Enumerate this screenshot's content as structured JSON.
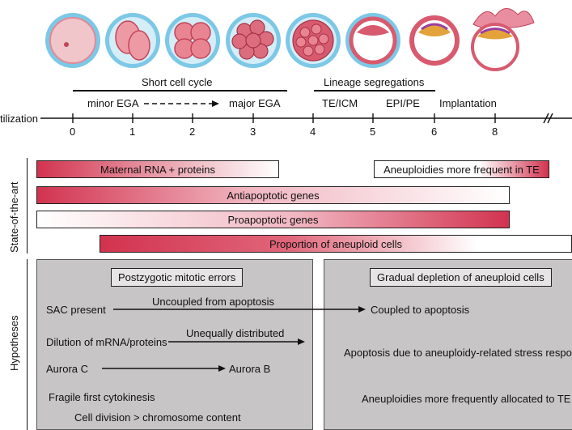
{
  "timeline": {
    "start_label": "tilization",
    "ticks": [
      {
        "label": "0"
      },
      {
        "label": "1"
      },
      {
        "label": "2"
      },
      {
        "label": "3"
      },
      {
        "label": "4"
      },
      {
        "label": "5"
      },
      {
        "label": "6"
      },
      {
        "label": "8"
      }
    ],
    "short_cell_cycle": "Short cell cycle",
    "lineage_segregations": "Lineage segregations",
    "minor_ega": "minor EGA",
    "major_ega": "major EGA",
    "te_icm": "TE/ICM",
    "epi_pe": "EPI/PE",
    "implantation": "Implantation",
    "break_mark": "//"
  },
  "state_of_the_art": {
    "section_label": "State-of-the-art",
    "bars": [
      {
        "label": "Maternal RNA + proteins",
        "gradient": "fade-right"
      },
      {
        "label": "Aneuploidies more frequent in TE",
        "gradient": "fade-left"
      },
      {
        "label": "Antiapoptotic genes",
        "gradient": "fade-right"
      },
      {
        "label": "Proapoptotic genes",
        "gradient": "fade-left"
      },
      {
        "label": "Proportion of aneuploid cells",
        "gradient": "fade-right"
      }
    ]
  },
  "hypotheses": {
    "section_label": "Hypotheses",
    "left_panel": {
      "title": "Postzygotic mitotic errors",
      "items": [
        {
          "text": "SAC present"
        },
        {
          "text": "Dilution of mRNA/proteins"
        },
        {
          "text": "Aurora C"
        },
        {
          "text": "Fragile first cytokinesis"
        },
        {
          "text": "Cell division > chromosome content"
        }
      ],
      "arrow_labels": {
        "uncoupled": "Uncoupled from apoptosis",
        "unequal": "Unequally distributed",
        "aurora_b": "Aurora B"
      }
    },
    "right_panel": {
      "title": "Gradual depletion of aneuploid cells",
      "items": [
        {
          "text": "Coupled to apoptosis"
        },
        {
          "text": "Apoptosis due to aneuploidy-related stress respo"
        },
        {
          "text": "Aneuploidies more frequently allocated to TE"
        }
      ]
    }
  },
  "colors": {
    "accent_red": "#d2334f",
    "panel_gray": "#c7c5c5",
    "cell_blue": "#7cc8e6"
  }
}
